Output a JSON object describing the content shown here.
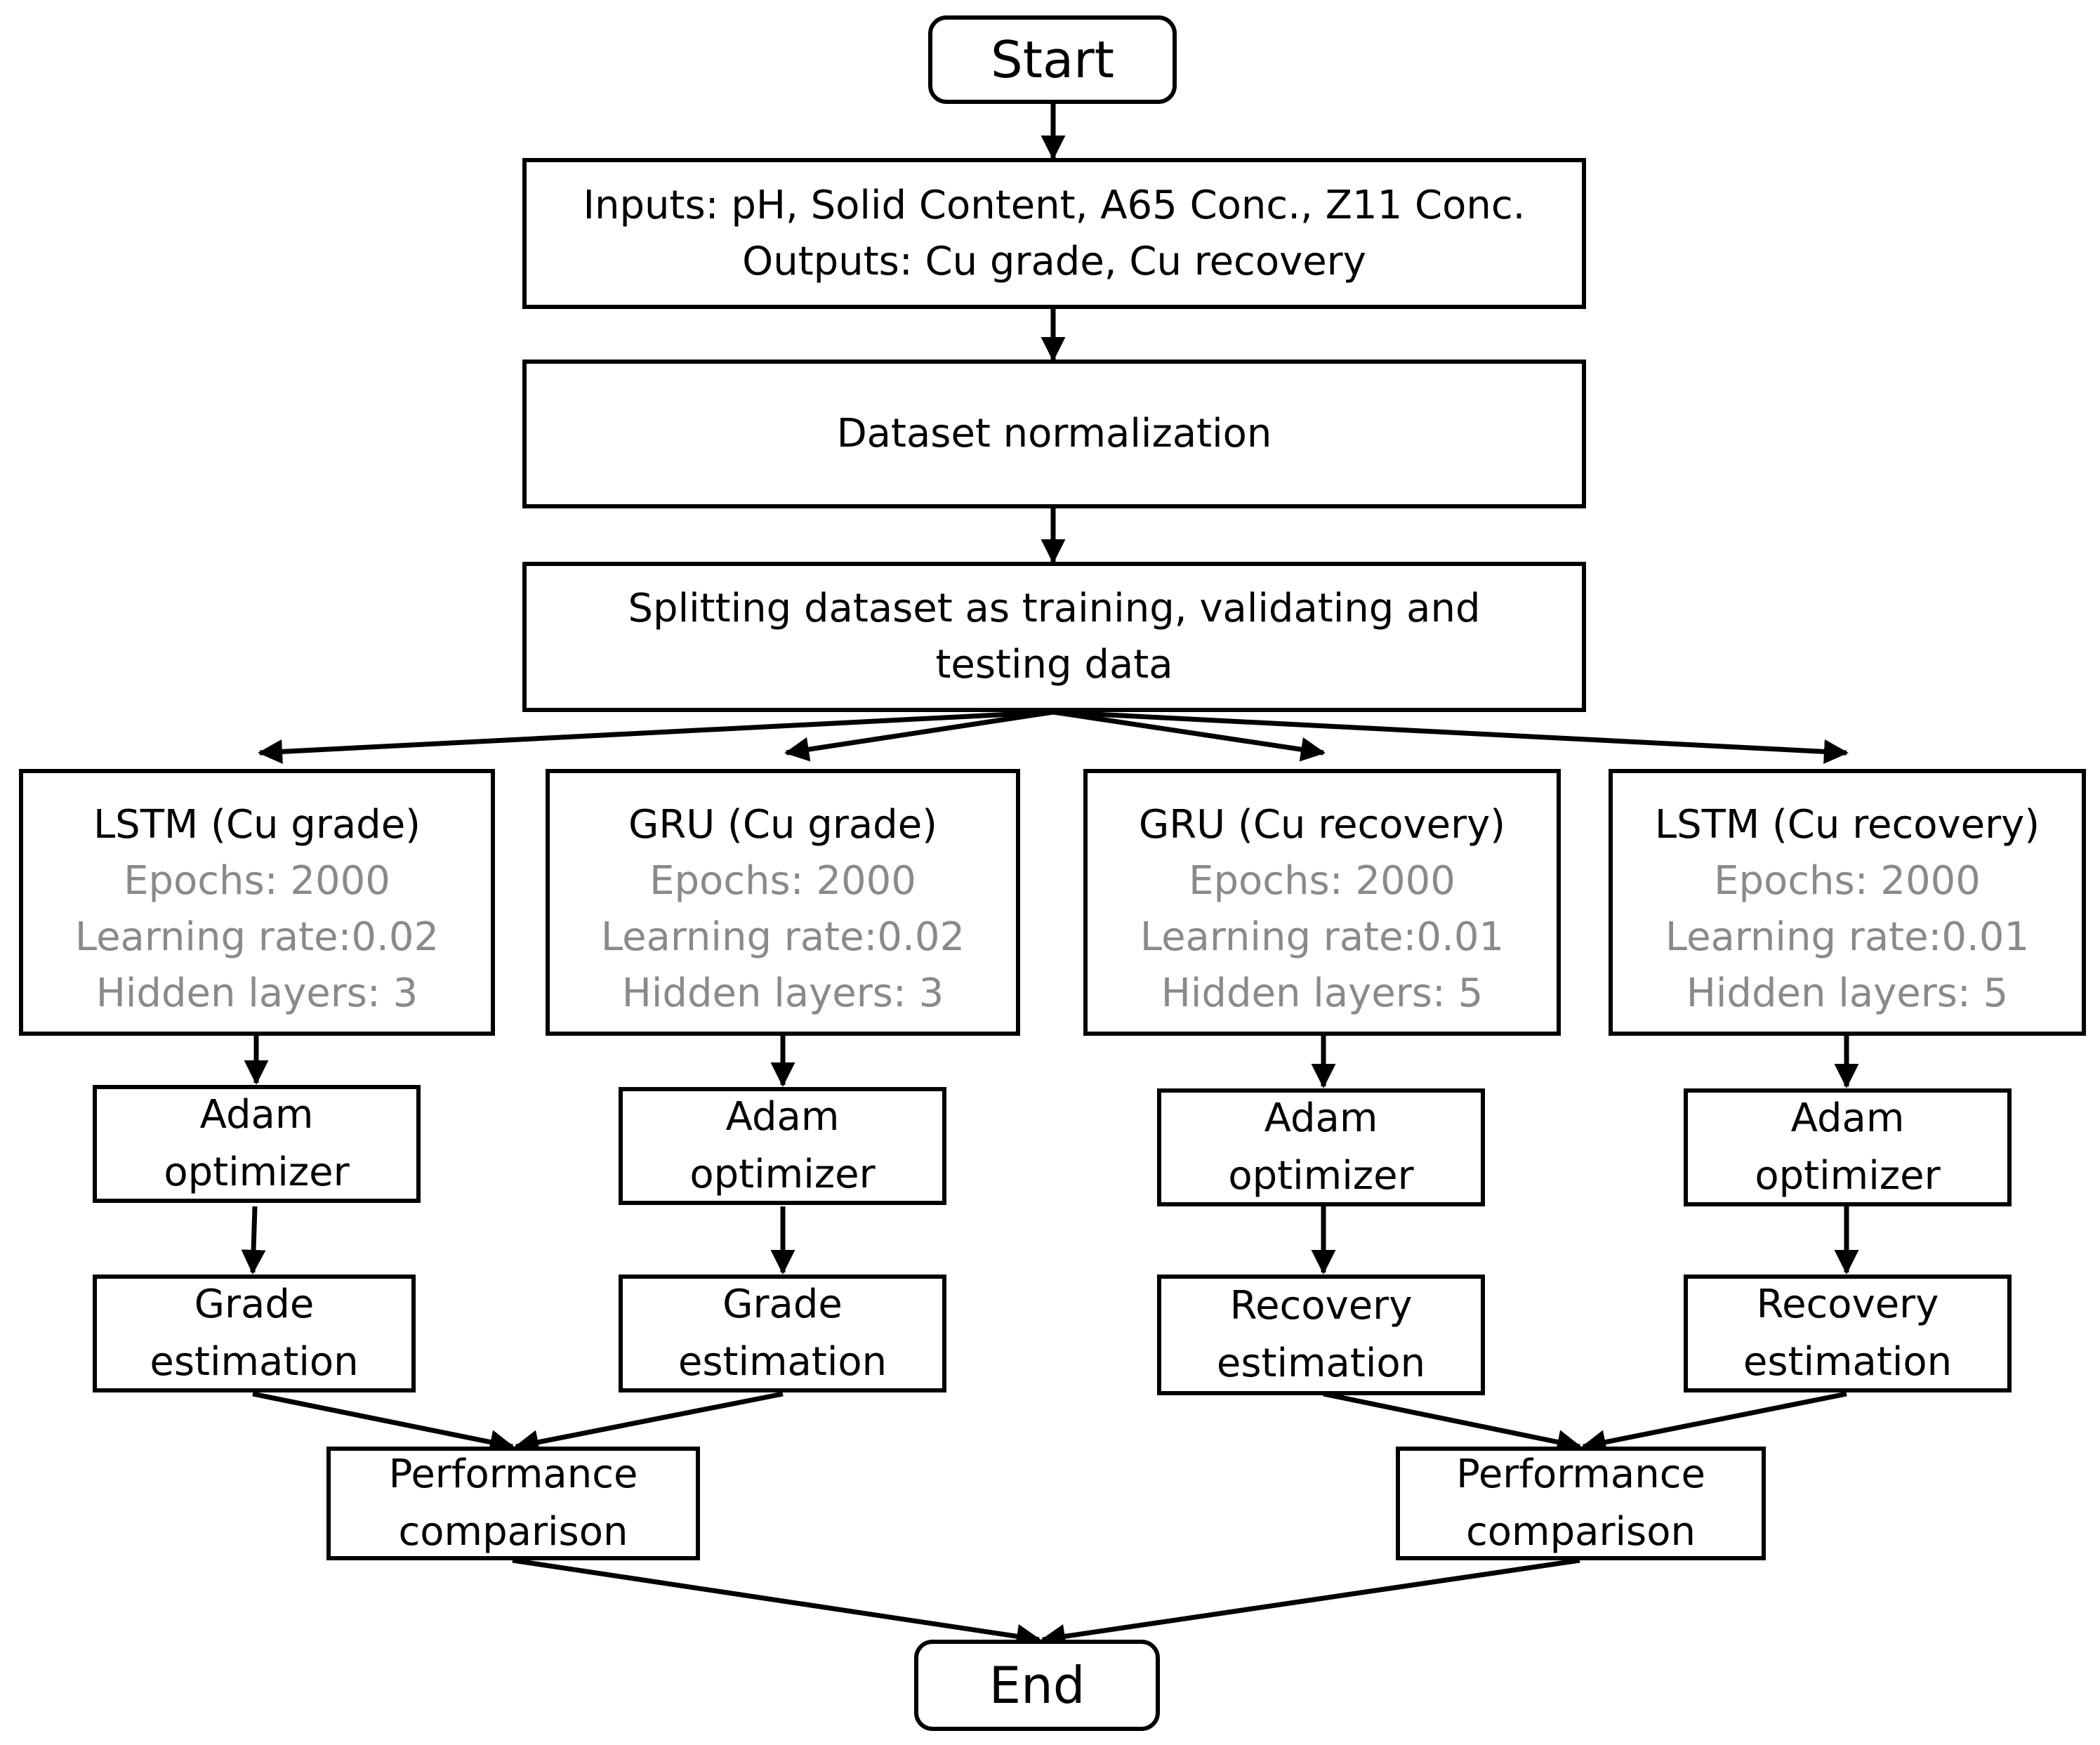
{
  "nodes": {
    "start": "Start",
    "io_inputs": "Inputs: pH, Solid Content, A65 Conc., Z11 Conc.",
    "io_outputs": "Outputs: Cu grade, Cu recovery",
    "normalization": "Dataset normalization",
    "split_line1": "Splitting dataset as training, validating and",
    "split_line2": "testing data",
    "models": [
      {
        "title": "LSTM (Cu grade)",
        "epochs": "Epochs: 2000",
        "lr": "Learning rate:0.02",
        "layers": "Hidden layers: 3"
      },
      {
        "title": "GRU (Cu grade)",
        "epochs": "Epochs: 2000",
        "lr": "Learning rate:0.02",
        "layers": "Hidden layers: 3"
      },
      {
        "title": "GRU (Cu recovery)",
        "epochs": "Epochs: 2000",
        "lr": "Learning rate:0.01",
        "layers": "Hidden layers: 5"
      },
      {
        "title": "LSTM (Cu recovery)",
        "epochs": "Epochs: 2000",
        "lr": "Learning rate:0.01",
        "layers": "Hidden layers: 5"
      }
    ],
    "optimizer": {
      "line1": "Adam",
      "line2": "optimizer"
    },
    "estimations": [
      {
        "line1": "Grade",
        "line2": "estimation"
      },
      {
        "line1": "Grade",
        "line2": "estimation"
      },
      {
        "line1": "Recovery",
        "line2": "estimation"
      },
      {
        "line1": "Recovery",
        "line2": "estimation"
      }
    ],
    "comparison": {
      "line1": "Performance",
      "line2": "comparison"
    },
    "end": "End"
  }
}
